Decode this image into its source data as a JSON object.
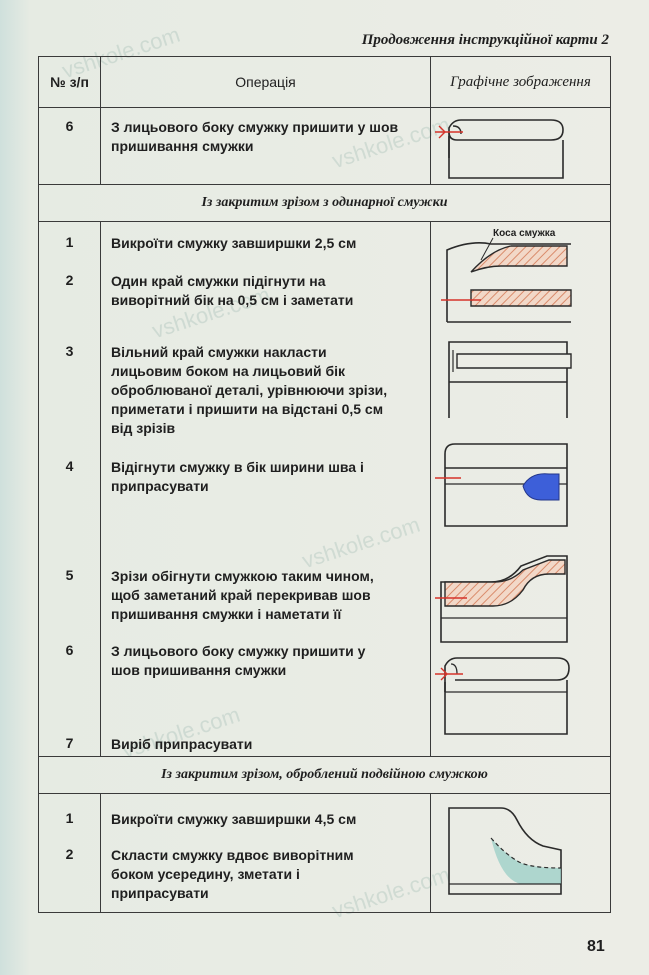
{
  "caption": "Продовження інструкційної карти 2",
  "page_number": "81",
  "watermark": "vshkole.com",
  "headers": {
    "num": "№ з/п",
    "operation": "Операція",
    "graphic": "Графічне зображення"
  },
  "row0": {
    "num": "6",
    "text": "З лицьового боку смужку пришити у шов пришивання смужки"
  },
  "section1": {
    "title": "Із закритим зрізом з одинарної смужки",
    "label_kosa": "Коса смужка",
    "steps": [
      {
        "num": "1",
        "text": "Викроїти смужку завширшки 2,5 см"
      },
      {
        "num": "2",
        "text": "Один край смужки підігнути на виворітний бік на 0,5 см і заметати"
      },
      {
        "num": "3",
        "text": "Вільний край смужки накласти лицьовим боком на лицьовий бік оброблюваної деталі, урівнюючи зрізи, приметати і пришити на відстані 0,5 см від зрізів"
      },
      {
        "num": "4",
        "text": "Відігнути смужку в бік ширини шва і припрасувати"
      },
      {
        "num": "5",
        "text": "Зрізи обігнути смужкою таким чином, щоб заметаний край перекривав шов пришивання смужки і наметати її"
      },
      {
        "num": "6",
        "text": "З лицьового боку смужку пришити у шов пришивання смужки"
      },
      {
        "num": "7",
        "text": "Виріб припрасувати"
      }
    ]
  },
  "section2": {
    "title": "Із закритим зрізом, оброблений подвійною смужкою",
    "steps": [
      {
        "num": "1",
        "text": "Викроїти смужку завширшки 4,5 см"
      },
      {
        "num": "2",
        "text": "Скласти смужку вдвоє виворітним боком усередину, зметати і припрасувати"
      }
    ]
  },
  "colors": {
    "hatch": "#d98a6a",
    "iron": "#3d5fd9",
    "seam": "#d6332a",
    "ink": "#2a2a2a",
    "teal": "#9fd0c8"
  }
}
